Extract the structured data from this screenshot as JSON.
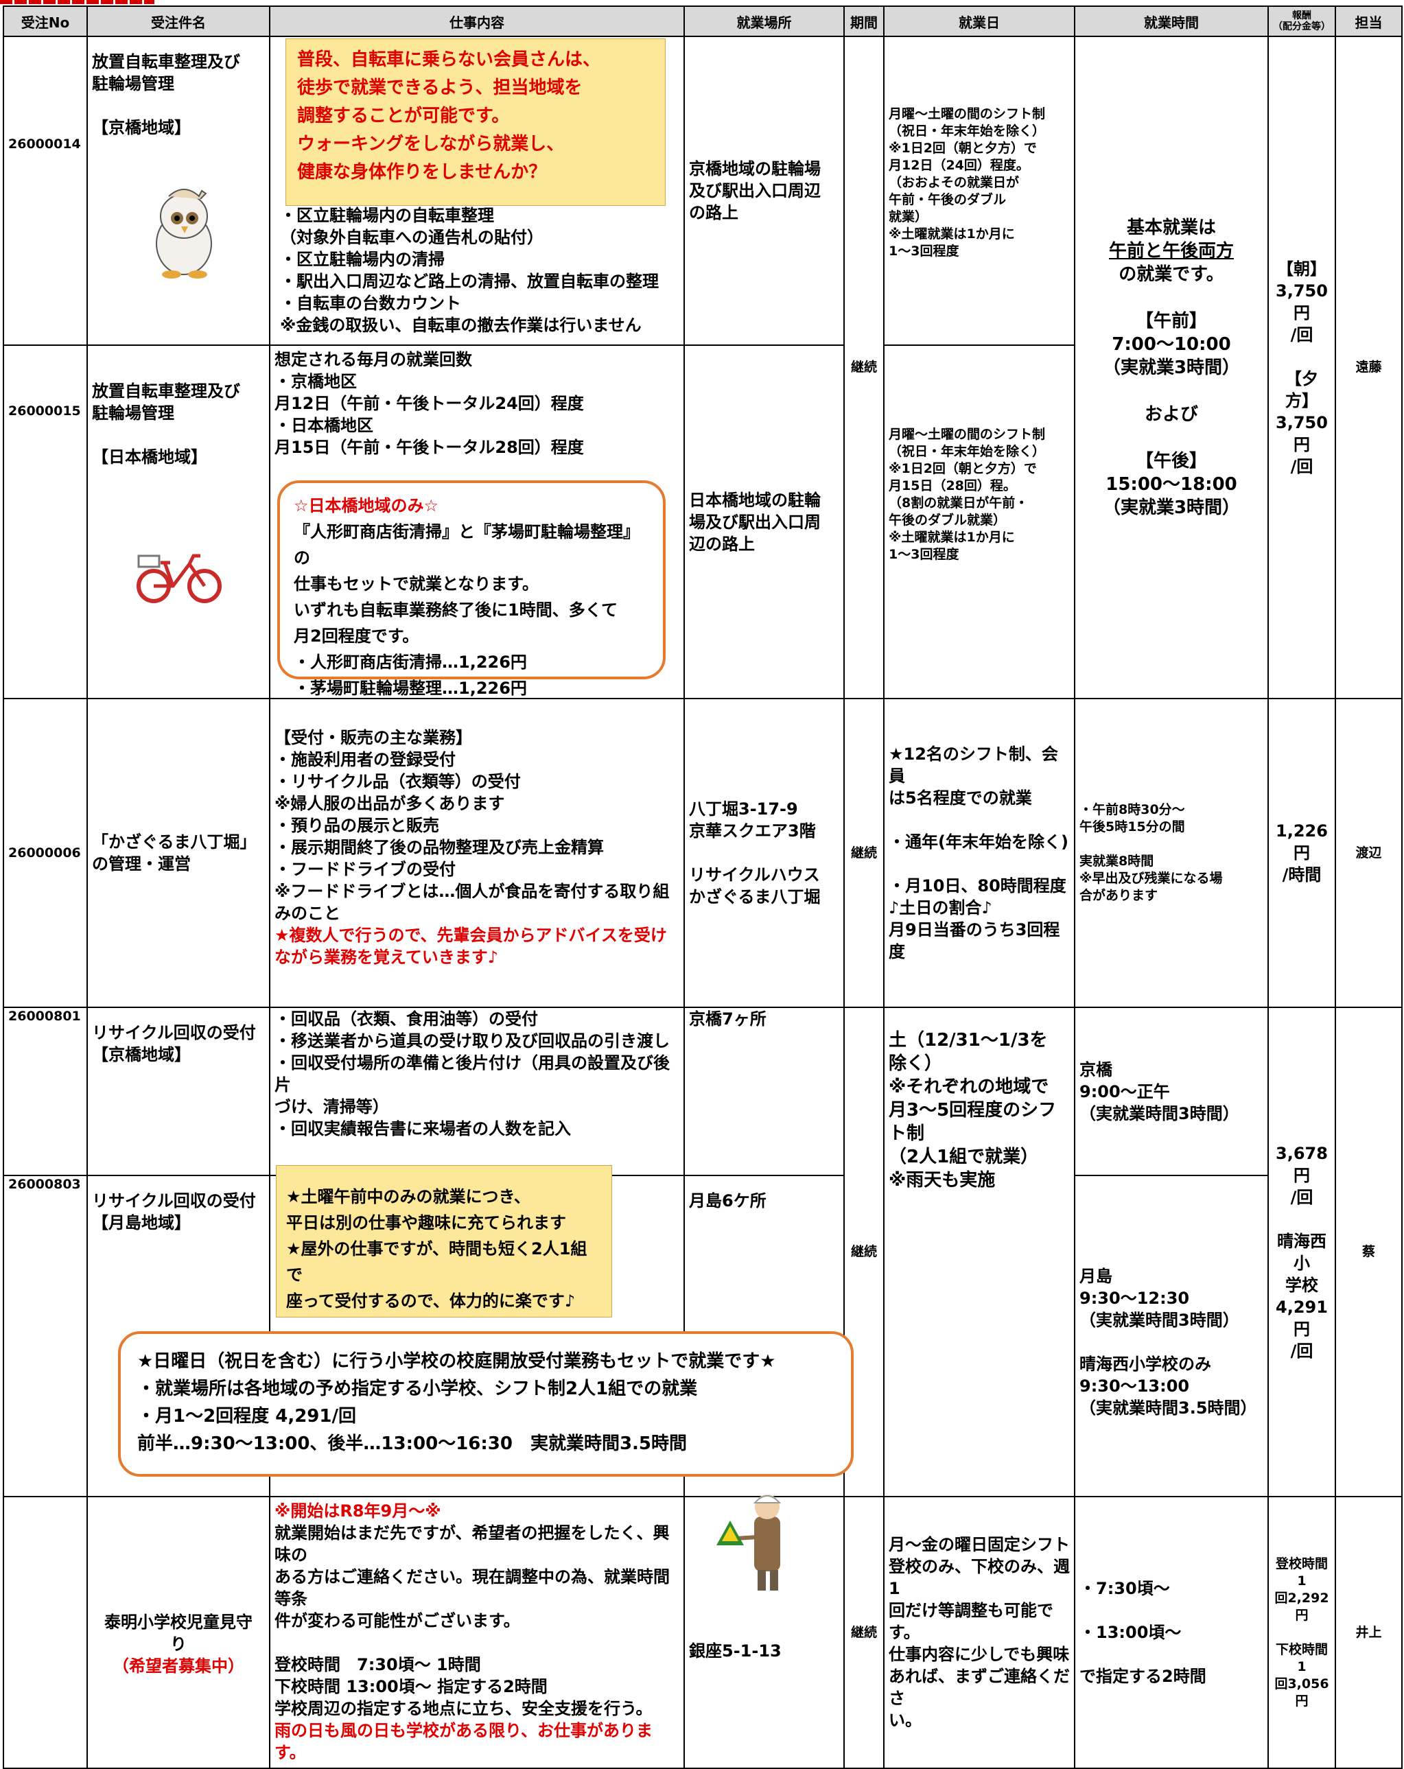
{
  "headers": {
    "no": "受注No",
    "title": "受注件名",
    "content": "仕事内容",
    "place": "就業場所",
    "period": "期間",
    "days": "就業日",
    "hours": "就業時間",
    "pay_top": "報酬",
    "pay_sub": "（配分金等）",
    "staff": "担当"
  },
  "group1": {
    "period": "継続",
    "hours": "基本就業は\n午前と午後両方\nの就業です。\n\n【午前】\n7:00～10:00\n（実就業3時間）\n\nおよび\n\n【午後】\n15:00～18:00\n（実就業3時間）",
    "hours_underline": "午前と午後両方",
    "pay": "【朝】\n3,750円\n/回\n\n【夕方】\n3,750円\n/回",
    "staff": "遠藤",
    "callout": "普段、自転車に乗らない会員さんは、\n徒歩で就業できるよう、担当地域を\n調整することが可能です。\nウォーキングをしながら就業し、\n健康な身体作りをしませんか？",
    "shared_content": "・区立駐輪場内の自転車整理\n（対象外自転車への通告札の貼付）\n・区立駐輪場内の清掃\n・駅出入口周辺など路上の清掃、放置自転車の整理\n・自転車の台数カウント\n※金銭の取扱い、自転車の撤去作業は行いません",
    "row1": {
      "no": "26000014",
      "title": "放置自転車整理及び\n駐輪場管理\n\n【京橋地域】",
      "place": "京橋地域の駐輪場\n及び駅出入口周辺\nの路上",
      "days": "月曜～土曜の間のシフト制\n（祝日・年末年始を除く）\n※1日2回（朝と夕方）で\n月12日（24回）程度。\n（おおよその就業日が\n午前・午後のダブル\n就業）\n※土曜就業は1か月に\n1～3回程度"
    },
    "row2": {
      "no": "26000015",
      "title": "放置自転車整理及び\n駐輪場管理\n\n【日本橋地域】",
      "content": "想定される毎月の就業回数\n・京橋地区\n月12日（午前・午後トータル24回）程度\n・日本橋地区\n月15日（午前・午後トータル28回）程度",
      "box_head": "☆日本橋地域のみ☆",
      "box_body": "『人形町商店街清掃』と『茅場町駐輪場整理』の\n仕事もセットで就業となります。\nいずれも自転車業務終了後に1時間、多くて\n月2回程度です。\n・人形町商店街清掃…1,226円\n・茅場町駐輪場整理…1,226円",
      "place": "日本橋地域の駐輪\n場及び駅出入口周\n辺の路上",
      "days": "月曜～土曜の間のシフト制\n（祝日・年末年始を除く）\n※1日2回（朝と夕方）で\n月15日（28回）程。\n（8割の就業日が午前・\n午後のダブル就業）\n※土曜就業は1か月に\n1～3回程度"
    }
  },
  "row3": {
    "no": "26000006",
    "title": "「かざぐるま八丁堀」\nの管理・運営",
    "content": "【受付・販売の主な業務】\n・施設利用者の登録受付\n・リサイクル品（衣類等）の受付\n※婦人服の出品が多くあります\n・預り品の展示と販売\n・展示期間終了後の品物整理及び売上金精算\n・フードドライブの受付\n※フードドライブとは…個人が食品を寄付する取り組みのこと",
    "content_red": "★複数人で行うので、先輩会員からアドバイスを受けながら業務を覚えていきます♪",
    "place": "八丁堀3-17-9\n京華スクエア3階\n\nリサイクルハウス\nかざぐるま八丁堀",
    "period": "継続",
    "days": "★12名のシフト制、会員\nは5名程度での就業\n\n・通年(年末年始を除く)\n\n・月10日、80時間程度\n♪土日の割合♪\n月9日当番のうち3回程度",
    "hours": "・午前8時30分～\n午後5時15分の間\n\n実就業8時間\n※早出及び残業になる場\n合があります",
    "pay": "1,226円\n/時間",
    "staff": "渡辺"
  },
  "group4": {
    "days": "土（12/31～1/3を\n除く）\n※それぞれの地域で\n月3～5回程度のシフ\nト制\n（2人1組で就業）\n※雨天も実施",
    "period": "継続",
    "pay": "3,678円\n/回\n\n晴海西小\n学校\n4,291円\n/回",
    "staff": "蔡",
    "yellow": "★土曜午前中のみの就業につき、\n平日は別の仕事や趣味に充てられます\n★屋外の仕事ですが、時間も短く2人1組で\n座って受付するので、体力的に楽です♪",
    "sunday": "★日曜日（祝日を含む）に行う小学校の校庭開放受付業務もセットで就業です★\n・就業場所は各地域の予め指定する小学校、シフト制2人1組での就業\n・月1～2回程度 4,291/回\n前半…9:30～13:00、後半…13:00～16:30　実就業時間3.5時間",
    "row1": {
      "no": "26000801",
      "title": "リサイクル回収の受付\n【京橋地域】",
      "content": "・回収品（衣類、食用油等）の受付\n・移送業者から道具の受け取り及び回収品の引き渡し\n・回収受付場所の準備と後片付け（用具の設置及び後片\nづけ、清掃等）\n・回収実績報告書に来場者の人数を記入",
      "place": "京橋7ヶ所",
      "hours": "京橋\n9:00～正午\n（実就業時間3時間）"
    },
    "row2": {
      "no": "26000803",
      "title": "リサイクル回収の受付\n【月島地域】",
      "place": "月島6ケ所",
      "hours": "月島\n9:30～12:30\n（実就業時間3時間）\n\n晴海西小学校のみ\n9:30～13:00\n（実就業時間3.5時間）"
    }
  },
  "row5": {
    "title": "泰明小学校児童見守\nり",
    "title_red": "（希望者募集中）",
    "content_red_top": "※開始はR8年9月～※",
    "content": "就業開始はまだ先ですが、希望者の把握をしたく、興味の\nある方はご連絡ください。現在調整中の為、就業時間等条\n件が変わる可能性がございます。\n\n登校時間　7:30頃～ 1時間\n下校時間 13:00頃～ 指定する2時間\n学校周辺の指定する地点に立ち、安全支援を行う。",
    "content_red": "雨の日も風の日も学校がある限り、お仕事があります。",
    "place": "銀座5-1-13",
    "period": "継続",
    "days": "月～金の曜日固定シフト\n登校のみ、下校のみ、週1\n回だけ等調整も可能で\nす。\n仕事内容に少しでも興味\nあれば、まずご連絡くださ\nい。",
    "hours": "・7:30頃～\n\n・13:00頃～\n\nで指定する2時間",
    "pay": "登校時間1\n回2,292円\n\n下校時間1\n回3,056円",
    "staff": "井上"
  }
}
